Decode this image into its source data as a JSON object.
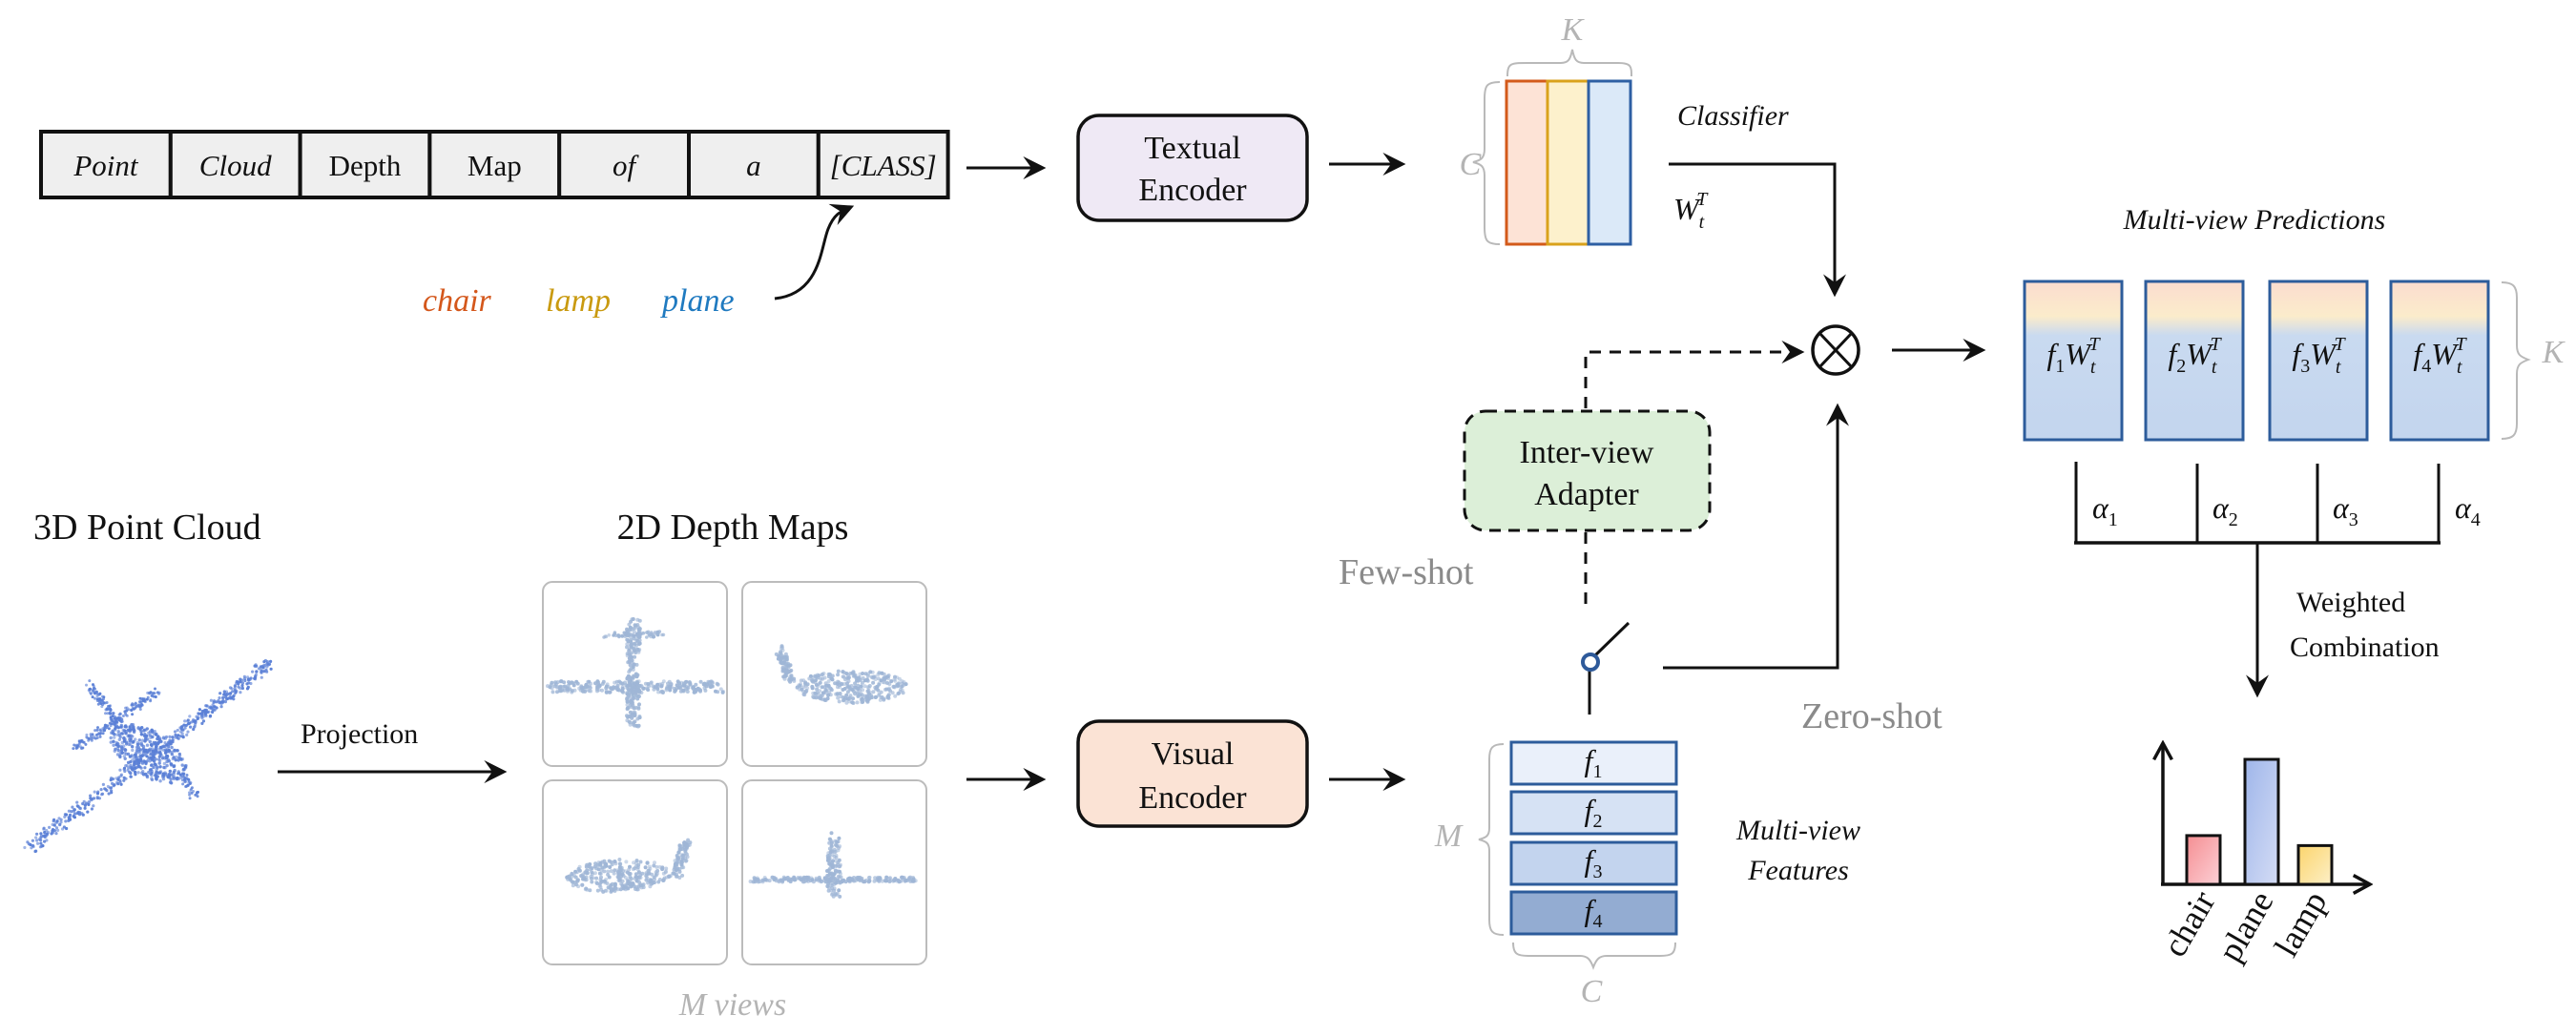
{
  "prompt_tokens": [
    {
      "text": "Point",
      "italic": true
    },
    {
      "text": "Cloud",
      "italic": true
    },
    {
      "text": "Depth",
      "italic": false
    },
    {
      "text": "Map",
      "italic": false
    },
    {
      "text": "of",
      "italic": true
    },
    {
      "text": "a",
      "italic": true
    },
    {
      "text": "[CLASS]",
      "italic": true
    }
  ],
  "class_words": [
    {
      "text": "chair",
      "color": "#d4571b"
    },
    {
      "text": "lamp",
      "color": "#c99a10"
    },
    {
      "text": "plane",
      "color": "#1f7ac0"
    }
  ],
  "textual_encoder": {
    "line1": "Textual",
    "line2": "Encoder",
    "fill": "#efe9f5"
  },
  "visual_encoder": {
    "line1": "Visual",
    "line2": "Encoder",
    "fill": "#fbe3d5"
  },
  "classifier": {
    "title": "Classifier",
    "weight_symbol": "W",
    "weight_sub": "t",
    "weight_sup": "T",
    "dim_rows": "C",
    "dim_cols": "K",
    "columns": [
      {
        "border": "#d35a1a",
        "fill": "#fde3d6"
      },
      {
        "border": "#d9a21b",
        "fill": "#fdf1cc"
      },
      {
        "border": "#2e5fa3",
        "fill": "#dbe9f8"
      }
    ]
  },
  "point_cloud": {
    "title": "3D Point Cloud",
    "color": "#5a7fd6"
  },
  "projection": {
    "label": "Projection"
  },
  "depth_maps": {
    "title": "2D Depth Maps",
    "caption": "M views",
    "color": "#9fb6d6"
  },
  "adapter": {
    "line1": "Inter-view",
    "line2": "Adapter",
    "fill": "#dcefd8"
  },
  "modes": {
    "few_shot": "Few-shot",
    "zero_shot": "Zero-shot"
  },
  "features": {
    "title_line1": "Multi-view",
    "title_line2": "Features",
    "dim_rows": "M",
    "dim_cols": "C",
    "border": "#2d5c9b",
    "items": [
      {
        "symbol": "f",
        "sub": "1",
        "fill": "#eaf0fa"
      },
      {
        "symbol": "f",
        "sub": "2",
        "fill": "#d6e2f4"
      },
      {
        "symbol": "f",
        "sub": "3",
        "fill": "#c3d4ee"
      },
      {
        "symbol": "f",
        "sub": "4",
        "fill": "#93acd2"
      }
    ]
  },
  "multiply_symbol": "⊗",
  "predictions": {
    "title": "Multi-view Predictions",
    "dim": "K",
    "items": [
      {
        "f": "f",
        "sub": "1",
        "w": "W",
        "wsub": "t",
        "wsup": "T"
      },
      {
        "f": "f",
        "sub": "2",
        "w": "W",
        "wsub": "t",
        "wsup": "T"
      },
      {
        "f": "f",
        "sub": "3",
        "w": "W",
        "wsub": "t",
        "wsup": "T"
      },
      {
        "f": "f",
        "sub": "4",
        "w": "W",
        "wsub": "t",
        "wsup": "T"
      }
    ]
  },
  "weights": [
    {
      "symbol": "α",
      "sub": "1"
    },
    {
      "symbol": "α",
      "sub": "2"
    },
    {
      "symbol": "α",
      "sub": "3"
    },
    {
      "symbol": "α",
      "sub": "4"
    }
  ],
  "combination": {
    "line1": "Weighted",
    "line2": "Combination"
  },
  "chart_data": {
    "type": "bar",
    "title": "",
    "xlabel": "",
    "ylabel": "",
    "categories": [
      "chair",
      "plane",
      "lamp"
    ],
    "values": [
      0.39,
      1.0,
      0.31
    ],
    "colors": [
      [
        "#f58e92",
        "#fcd0d6"
      ],
      [
        "#9fb6ea",
        "#d4dcf5"
      ],
      [
        "#fbd46c",
        "#fdf0c8"
      ]
    ],
    "ylim": [
      0,
      1.1
    ],
    "grid": false,
    "legend": "none"
  }
}
